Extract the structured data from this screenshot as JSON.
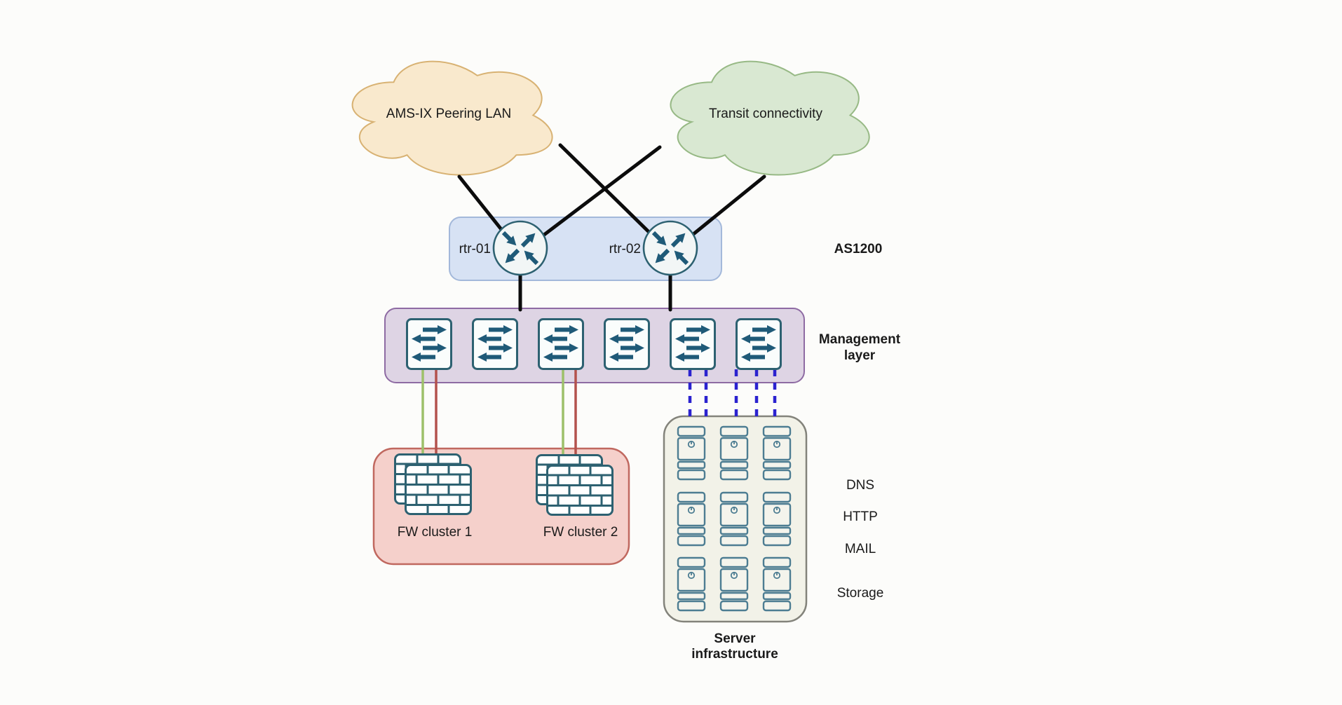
{
  "canvas": {
    "background": "#fcfcfa"
  },
  "clouds": [
    {
      "label": "AMS-IX Peering LAN",
      "fill": "#f9e9cd",
      "stroke": "#d8b273"
    },
    {
      "label": "Transit connectivity",
      "fill": "#d9e8d2",
      "stroke": "#97b985"
    }
  ],
  "as_group": {
    "label": "AS1200",
    "fill": "#d7e2f4",
    "stroke": "#a3b8da",
    "routers": [
      {
        "label": "rtr-01"
      },
      {
        "label": "rtr-02"
      }
    ]
  },
  "management": {
    "label": [
      "Management",
      "layer"
    ],
    "fill": "#ded4e4",
    "stroke": "#8e6ba3",
    "switch_count": 6
  },
  "firewall_group": {
    "fill": "#f5d0cb",
    "stroke": "#c0685f",
    "clusters": [
      {
        "label": "FW cluster 1"
      },
      {
        "label": "FW cluster 2"
      }
    ]
  },
  "server_group": {
    "fill": "#f2f2e8",
    "stroke": "#83837b",
    "server_count": 9,
    "services": [
      "DNS",
      "HTTP",
      "MAIL",
      "Storage"
    ],
    "label": [
      "Server",
      "infrastructure"
    ]
  },
  "links": {
    "uplink_color": "#0c0c0c",
    "fw_link_green": "#9dc06a",
    "fw_link_red": "#b3524d",
    "server_link_color": "#2b22cf"
  }
}
